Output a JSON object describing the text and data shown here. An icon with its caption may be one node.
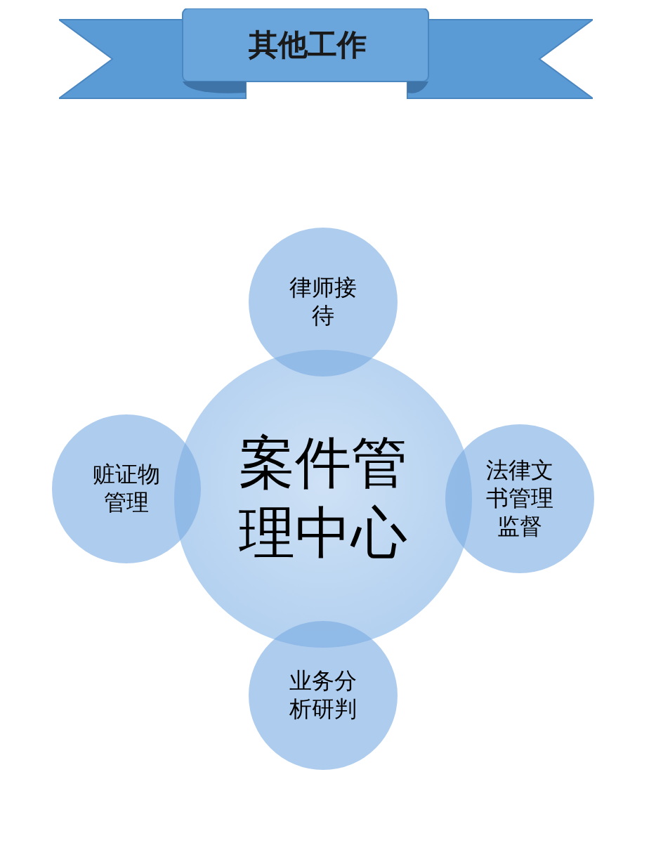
{
  "diagram": {
    "title": "其他工作",
    "nodes": [
      {
        "text": [
          "律师接待"
        ]
      },
      {
        "text": [
          "赃证物管理"
        ]
      },
      {
        "text": [
          "案件管理中心"
        ]
      },
      {
        "text": [
          "法律文书管理监督"
        ]
      },
      {
        "text": [
          "业务分析研判"
        ]
      }
    ]
  }
}
